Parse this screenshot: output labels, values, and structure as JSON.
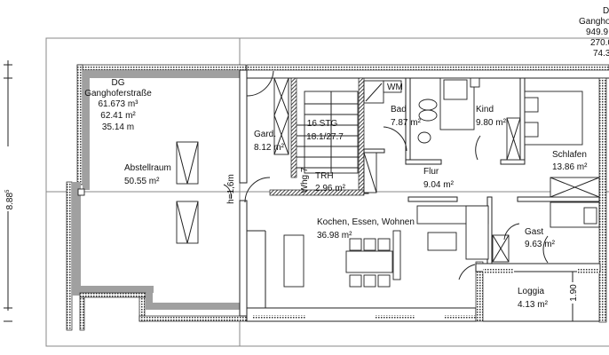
{
  "plan": {
    "building_info": {
      "level": "DG",
      "street": "Ganghoferstraße",
      "volume": "61.673 m³",
      "area": "62.41 m²",
      "perimeter": "35.14 m"
    },
    "building_info_right_cut": {
      "level": "D",
      "street": "Ganghof",
      "volume": "949.9",
      "area": "270.0",
      "perimeter": "74.3"
    },
    "rooms": [
      {
        "name": "Abstellraum",
        "area": "50.55 m²"
      },
      {
        "name": "Gard.",
        "area": "8.12 m²"
      },
      {
        "name": "TRH",
        "area": "2.96 m²"
      },
      {
        "name": "Bad",
        "area": "7.87 m²"
      },
      {
        "name": "Kind",
        "area": "9.80 m²"
      },
      {
        "name": "Schlafen",
        "area": "13.86 m²"
      },
      {
        "name": "Flur",
        "area": "9.04 m²"
      },
      {
        "name": "Kochen, Essen, Wohnen",
        "area": "36.98 m²"
      },
      {
        "name": "Gast",
        "area": "9.63 m²"
      },
      {
        "name": "Loggia",
        "area": "4.13 m²"
      }
    ],
    "stair": {
      "label": "16 STG",
      "ratio": "18.1/27.7"
    },
    "unit_label": "Whg 7",
    "washer_label": "WM",
    "headroom_label": "h=1,6m",
    "dimensions": {
      "left_height": "8.88",
      "left_height_sup": "5",
      "loggia_depth": "1.90"
    },
    "colors": {
      "wall_fill": "#a0a0a0",
      "line": "#222222",
      "frame": "#888888"
    }
  }
}
